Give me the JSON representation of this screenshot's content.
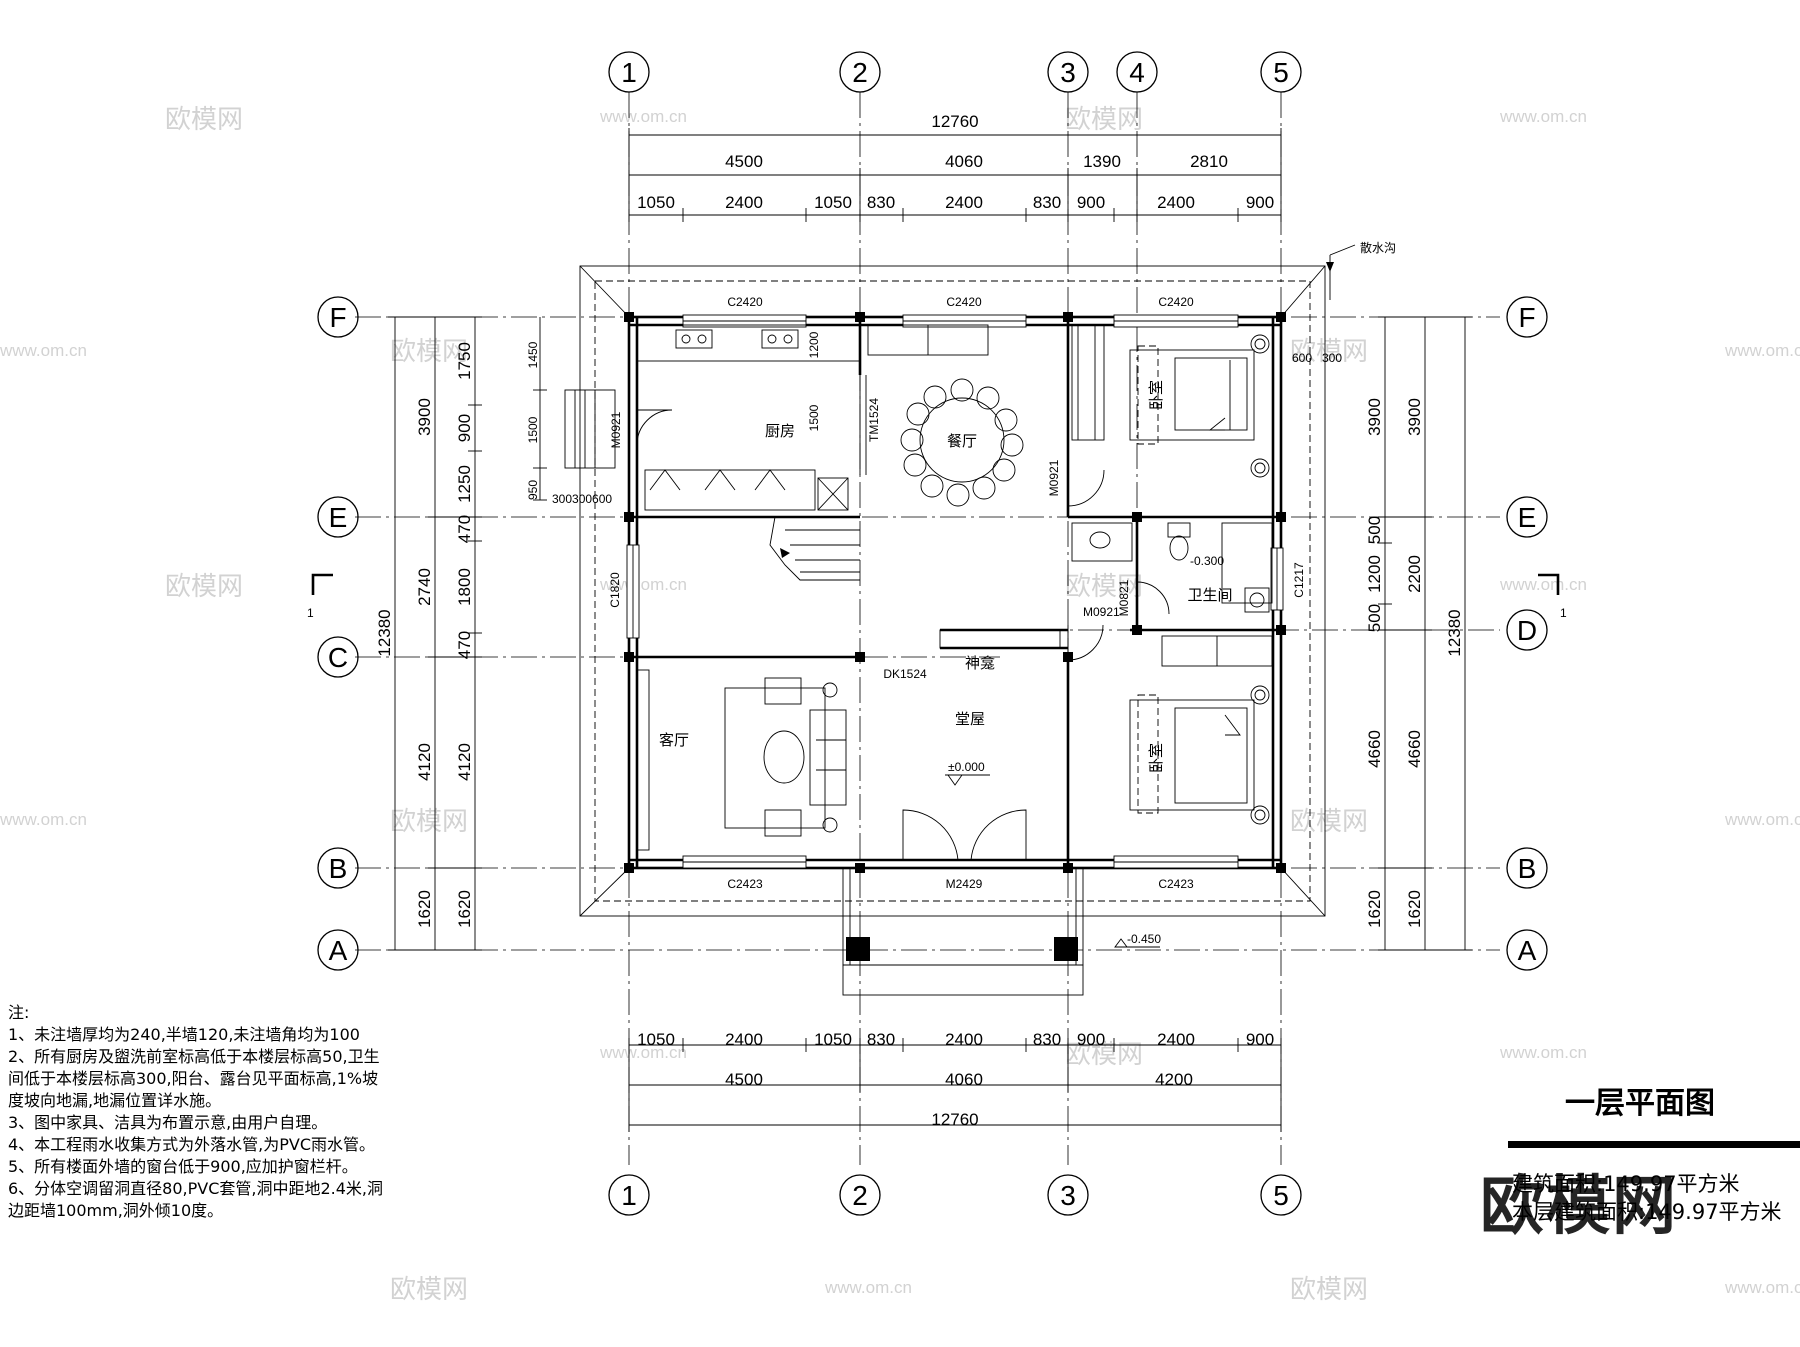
{
  "watermark": {
    "brand": "欧模网",
    "url": "www.om.cn"
  },
  "axes": {
    "cols": [
      "1",
      "2",
      "3",
      "4",
      "5"
    ],
    "rows": [
      "F",
      "E",
      "D",
      "C",
      "B",
      "A"
    ]
  },
  "dims_top": {
    "overall": "12760",
    "mid": [
      "4500",
      "4060",
      "1390",
      "2810"
    ],
    "detail": [
      "1050",
      "2400",
      "1050",
      "830",
      "2400",
      "830",
      "900",
      "2400",
      "900"
    ]
  },
  "dims_bottom": {
    "overall": "12760",
    "mid": [
      "4500",
      "4060",
      "4200"
    ],
    "detail": [
      "1050",
      "2400",
      "1050",
      "830",
      "2400",
      "830",
      "900",
      "2400",
      "900"
    ]
  },
  "dims_left": {
    "overall": "12380",
    "mid": [
      "3900",
      "2740",
      "4120",
      "1620"
    ],
    "detail": [
      "1750",
      "900",
      "1250",
      "470",
      "1800",
      "470",
      "4120",
      "1620"
    ],
    "inner": [
      "1450",
      "1500",
      "950"
    ]
  },
  "dims_right": {
    "overall": "12380",
    "mid": [
      "3900",
      "2200",
      "4660",
      "1620"
    ],
    "detail": [
      "3900",
      "500",
      "1200",
      "500",
      "4660",
      "1620"
    ]
  },
  "rooms": {
    "kitchen": "厨房",
    "dining": "餐厅",
    "bedroom_1": "卧室",
    "bedroom_2": "卧室",
    "bathroom": "卫生间",
    "living": "客厅",
    "hall": "堂屋",
    "shrine": "神龛"
  },
  "codes": {
    "win_f1": "C2420",
    "win_f2": "C2420",
    "win_f3": "C2420",
    "win_b1": "C2423",
    "win_b2": "C2423",
    "win_c1820": "C1820",
    "win_c1217": "C1217",
    "door_m0921_a": "M0921",
    "door_m0921_b": "M0921",
    "door_m0921_c": "M0921",
    "door_m0821": "M0821",
    "door_tm1524": "TM1524",
    "door_dk1524": "DK1524",
    "door_main": "M2429",
    "dim_1200": "1200",
    "dim_1500": "1500",
    "dim_600": "600",
    "dim_300": "300",
    "dim_300b": "300300600"
  },
  "levels": {
    "hall": "±0.000",
    "bath": "-0.300",
    "outdoor": "-0.450"
  },
  "drain_label": "散水沟",
  "section_mark": "1",
  "notes": {
    "heading": "注:",
    "items": [
      "1、未注墙厚均为240,半墙120,未注墙角均为100",
      "2、所有厨房及盥洗前室标高低于本楼层标高50,卫生间低于本楼层标高300,阳台、露台见平面标高,1%坡度坡向地漏,地漏位置详水施。",
      "3、图中家具、洁具为布置示意,由用户自理。",
      "4、本工程雨水收集方式为外落水管,为PVC雨水管。",
      "5、所有楼面外墙的窗台低于900,应加护窗栏杆。",
      "6、分体空调留洞直径80,PVC套管,洞中距地2.4米,洞边距墙100mm,洞外倾10度。"
    ]
  },
  "title": {
    "name": "一层平面图",
    "area_1": "建筑面积:149.97平方米",
    "area_2": "本层建筑面积:149.97平方米"
  }
}
